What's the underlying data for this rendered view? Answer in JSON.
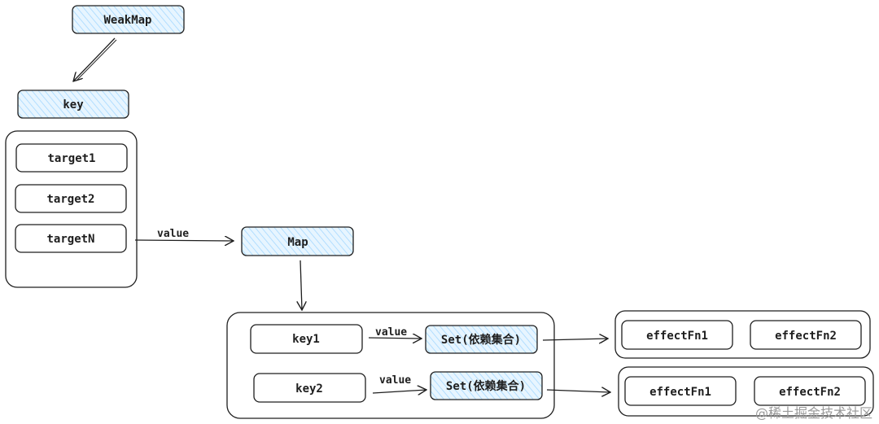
{
  "colors": {
    "stroke": "#1e1e1e",
    "hachure": "#a5d8ff",
    "fill_white": "#ffffff",
    "watermark": "#9a9a9a"
  },
  "nodes": {
    "weakmap": "WeakMap",
    "key": "key",
    "target1": "target1",
    "target2": "target2",
    "targetN": "targetN",
    "map": "Map",
    "key1": "key1",
    "key2": "key2",
    "set1": "Set(依赖集合)",
    "set2": "Set(依赖集合)",
    "effect1a": "effectFn1",
    "effect1b": "effectFn2",
    "effect2a": "effectFn1",
    "effect2b": "effectFn2"
  },
  "edge_labels": {
    "targetN_to_map": "value",
    "key1_to_set1": "value",
    "key2_to_set2": "value"
  },
  "watermark": "@稀土掘金技术社区"
}
